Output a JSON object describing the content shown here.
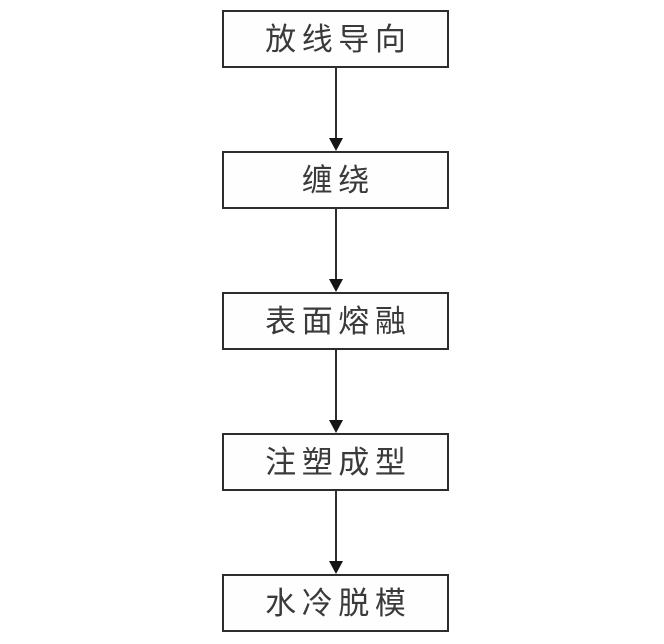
{
  "page": {
    "background_color": "#ffffff",
    "line_color": "#2d2d2d",
    "arrowhead_color": "#151515",
    "text_color": "#3a3a3a"
  },
  "flowchart": {
    "type": "vertical-process-flow",
    "direction": "top-down",
    "nodes": [
      {
        "label": "放线导向"
      },
      {
        "label": "缠绕"
      },
      {
        "label": "表面熔融"
      },
      {
        "label": "注塑成型"
      },
      {
        "label": "水冷脱模"
      }
    ],
    "edges": [
      {
        "from": 0,
        "to": 1
      },
      {
        "from": 1,
        "to": 2
      },
      {
        "from": 2,
        "to": 3
      },
      {
        "from": 3,
        "to": 4
      }
    ]
  }
}
